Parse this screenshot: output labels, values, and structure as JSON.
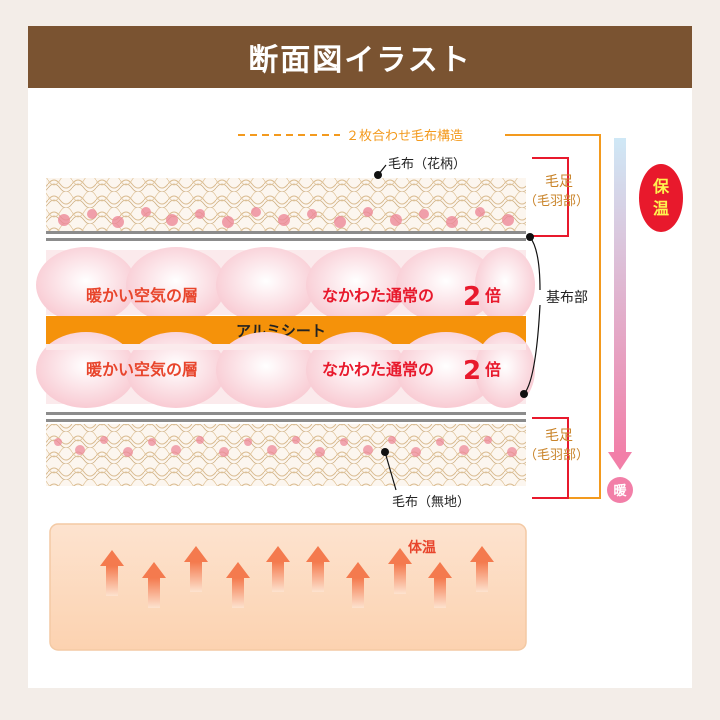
{
  "header": {
    "title": "断面図イラスト"
  },
  "diagram": {
    "structure_label": "２枚合わせ毛布構造",
    "top_blanket_label": "毛布（花柄）",
    "bottom_blanket_label": "毛布（無地）",
    "pile_label_top": "毛足",
    "pile_label_top_sub": "（毛羽部）",
    "pile_label_bottom": "毛足",
    "pile_label_bottom_sub": "（毛羽部）",
    "base_label": "基布部",
    "warm_air_label": "暖かい空気の層",
    "batting_label": "なかわた通常の",
    "batting_multiplier": "2",
    "batting_unit": "倍",
    "aluminum_label": "アルミシート",
    "heat_badge": "保温",
    "warm_badge": "暖",
    "body_heat_label": "体温"
  },
  "colors": {
    "header_bg": "#7a5331",
    "accent_orange": "#f39a1e",
    "red": "#e8192c",
    "pink": "#f27fa8",
    "fiber": "#c9a46b"
  }
}
